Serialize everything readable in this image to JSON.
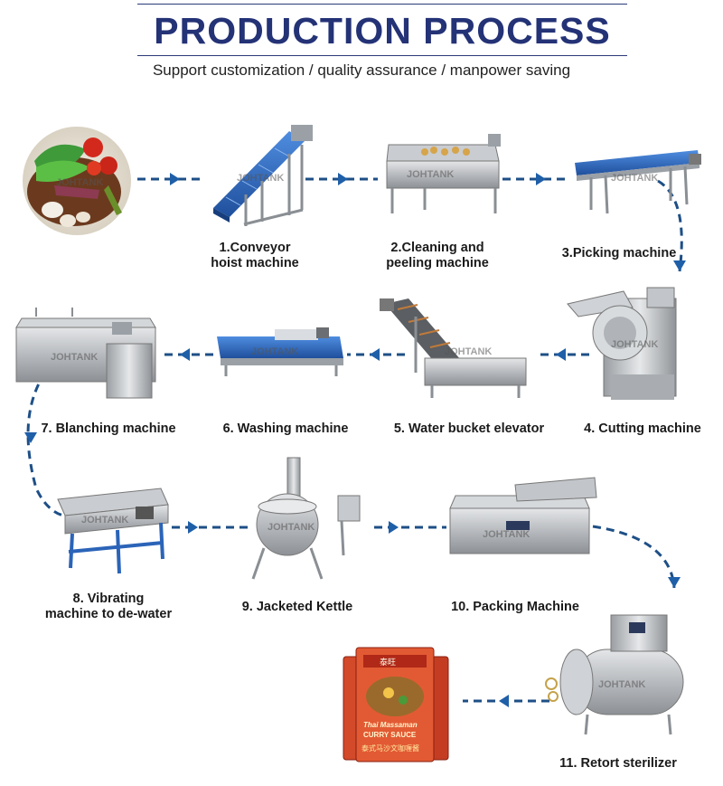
{
  "header": {
    "title": "PRODUCTION PROCESS",
    "subtitle": "Support customization / quality assurance / manpower saving"
  },
  "steps": [
    {
      "id": "1",
      "lines": [
        "1.Conveyor",
        "hoist machine"
      ]
    },
    {
      "id": "2",
      "lines": [
        "2.Cleaning and",
        "peeling machine"
      ]
    },
    {
      "id": "3",
      "lines": [
        "3.Picking machine"
      ]
    },
    {
      "id": "4",
      "lines": [
        "4. Cutting machine"
      ]
    },
    {
      "id": "5",
      "lines": [
        "5. Water bucket elevator"
      ]
    },
    {
      "id": "6",
      "lines": [
        "6. Washing machine"
      ]
    },
    {
      "id": "7",
      "lines": [
        "7. Blanching machine"
      ]
    },
    {
      "id": "8",
      "lines": [
        "8. Vibrating",
        "machine to de-water"
      ]
    },
    {
      "id": "9",
      "lines": [
        "9. Jacketed Kettle"
      ]
    },
    {
      "id": "10",
      "lines": [
        "10. Packing Machine"
      ]
    },
    {
      "id": "11",
      "lines": [
        "11. Retort sterilizer"
      ]
    }
  ],
  "watermark": "JOHTANK",
  "product": {
    "brand_top": "泰旺",
    "name_line1": "Thai Massaman",
    "name_line2": "CURRY SAUCE",
    "cjk_line": "泰式马沙文咖喱酱"
  },
  "colors": {
    "title": "#243276",
    "arrow": "#1f5fa8",
    "dash": "#1e4f86",
    "machine_steel": "#b9bcc0",
    "machine_blue": "#2b64b8"
  }
}
